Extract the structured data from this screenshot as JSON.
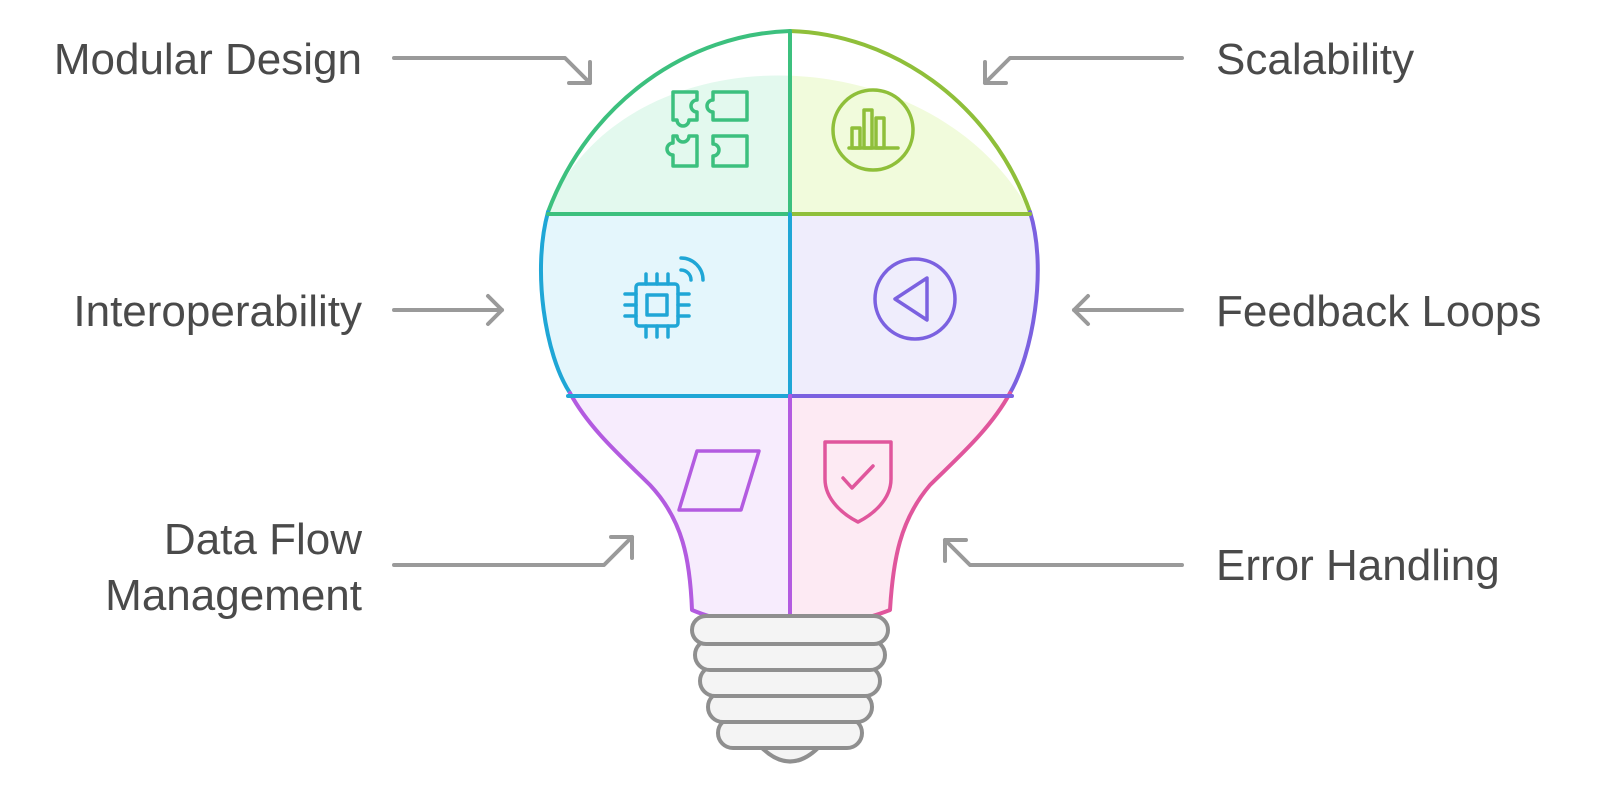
{
  "labels": {
    "modular_design": "Modular Design",
    "scalability": "Scalability",
    "interoperability": "Interoperability",
    "feedback_loops": "Feedback Loops",
    "data_flow_line1": "Data Flow",
    "data_flow_line2": "Management",
    "error_handling": "Error Handling"
  },
  "icons": {
    "modular_design": "puzzle-icon",
    "scalability": "bar-chart-icon",
    "interoperability": "chip-wireless-icon",
    "feedback_loops": "play-back-icon",
    "data_flow": "parallelogram-icon",
    "error_handling": "shield-check-icon"
  },
  "colors": {
    "modular_design": "#3cc07e",
    "scalability": "#8fbf3a",
    "interoperability": "#1fa6d6",
    "feedback_loops": "#7b61e0",
    "data_flow": "#b35be0",
    "error_handling": "#e0569c",
    "text": "#4a4a4a",
    "arrow": "#9a9a9a"
  }
}
